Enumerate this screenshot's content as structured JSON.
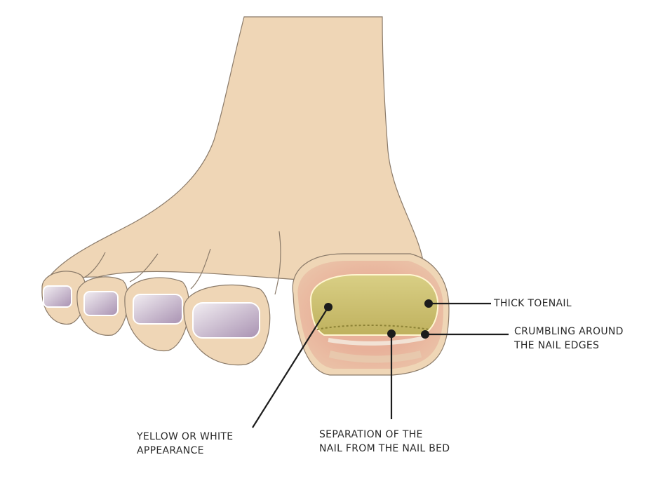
{
  "labels": {
    "thick": [
      "THICK TOENAIL"
    ],
    "crumbling": [
      "CRUMBLING AROUND",
      "THE NAIL EDGES"
    ],
    "yellow": [
      "YELLOW OR WHITE",
      "APPEARANCE"
    ],
    "separation": [
      "SEPARATION OF THE",
      "NAIL FROM THE NAIL BED"
    ]
  },
  "colors": {
    "skin": "#efd6b6",
    "skin_shadow": "#e2c19c",
    "outline": "#8a7a69",
    "nail": "#e6e0e6",
    "nail_shade": "#b4a0bb",
    "infected_skin": "#e6a894",
    "infected_nail": "#cdbf6e",
    "leader": "#1c1c1c"
  }
}
